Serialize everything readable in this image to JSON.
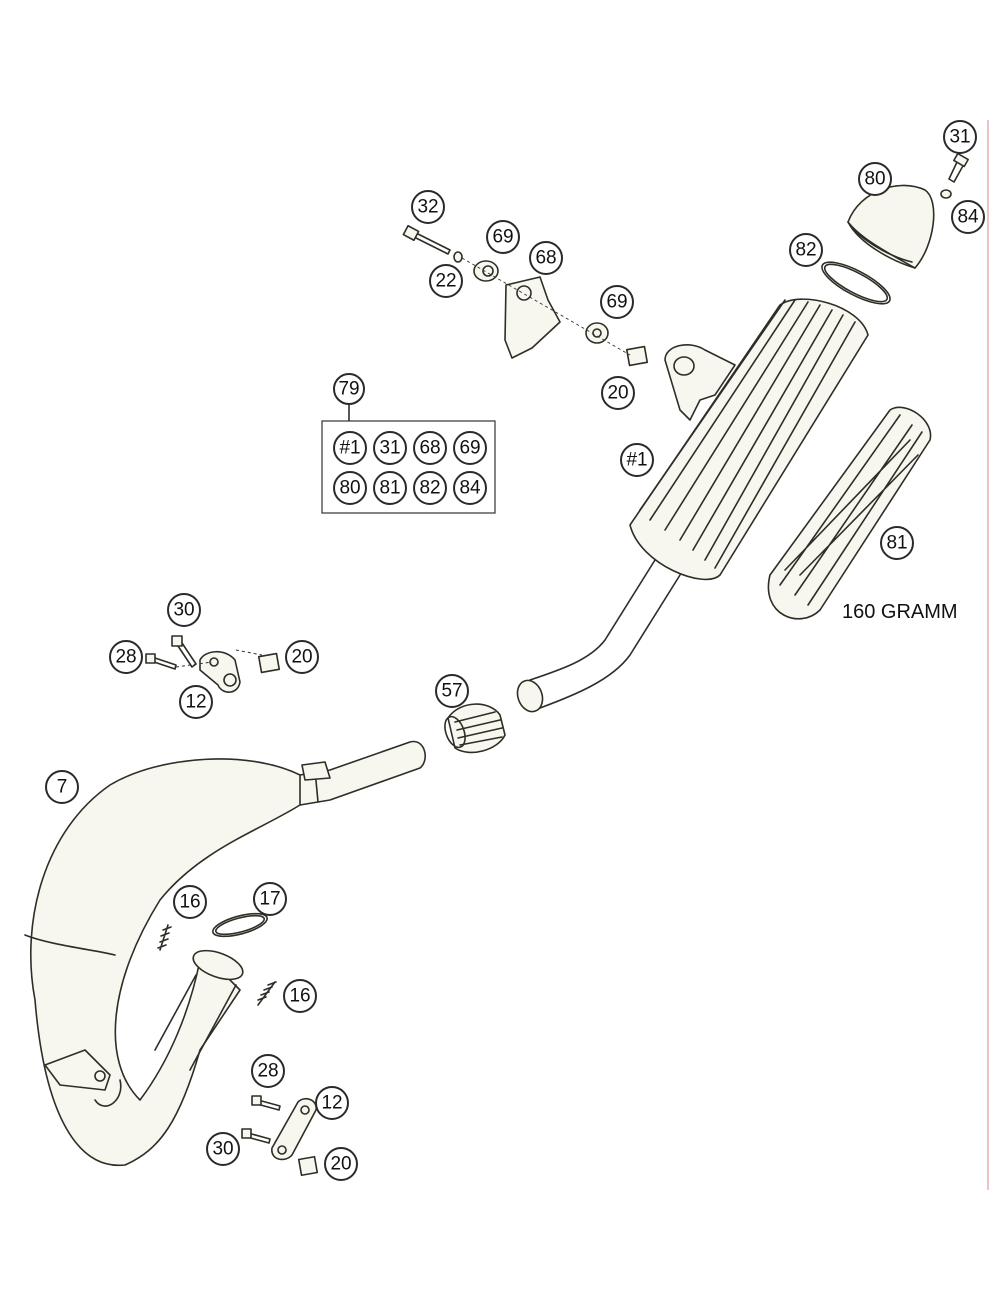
{
  "note_text": "160 GRAMM",
  "kit_label": "79",
  "kit_items": [
    "#1",
    "31",
    "68",
    "69",
    "80",
    "81",
    "82",
    "84"
  ],
  "callouts": [
    {
      "key": "c31",
      "label": "31"
    },
    {
      "key": "c80",
      "label": "80"
    },
    {
      "key": "c84",
      "label": "84"
    },
    {
      "key": "c82",
      "label": "82"
    },
    {
      "key": "c32",
      "label": "32"
    },
    {
      "key": "c69a",
      "label": "69"
    },
    {
      "key": "c68",
      "label": "68"
    },
    {
      "key": "c22",
      "label": "22"
    },
    {
      "key": "c69b",
      "label": "69"
    },
    {
      "key": "c20a",
      "label": "20"
    },
    {
      "key": "c1",
      "label": "#1"
    },
    {
      "key": "c81",
      "label": "81"
    },
    {
      "key": "c30a",
      "label": "30"
    },
    {
      "key": "c28a",
      "label": "28"
    },
    {
      "key": "c20b",
      "label": "20"
    },
    {
      "key": "c12a",
      "label": "12"
    },
    {
      "key": "c57",
      "label": "57"
    },
    {
      "key": "c7",
      "label": "7"
    },
    {
      "key": "c16a",
      "label": "16"
    },
    {
      "key": "c17",
      "label": "17"
    },
    {
      "key": "c16b",
      "label": "16"
    },
    {
      "key": "c28b",
      "label": "28"
    },
    {
      "key": "c12b",
      "label": "12"
    },
    {
      "key": "c30b",
      "label": "30"
    },
    {
      "key": "c20c",
      "label": "20"
    }
  ]
}
